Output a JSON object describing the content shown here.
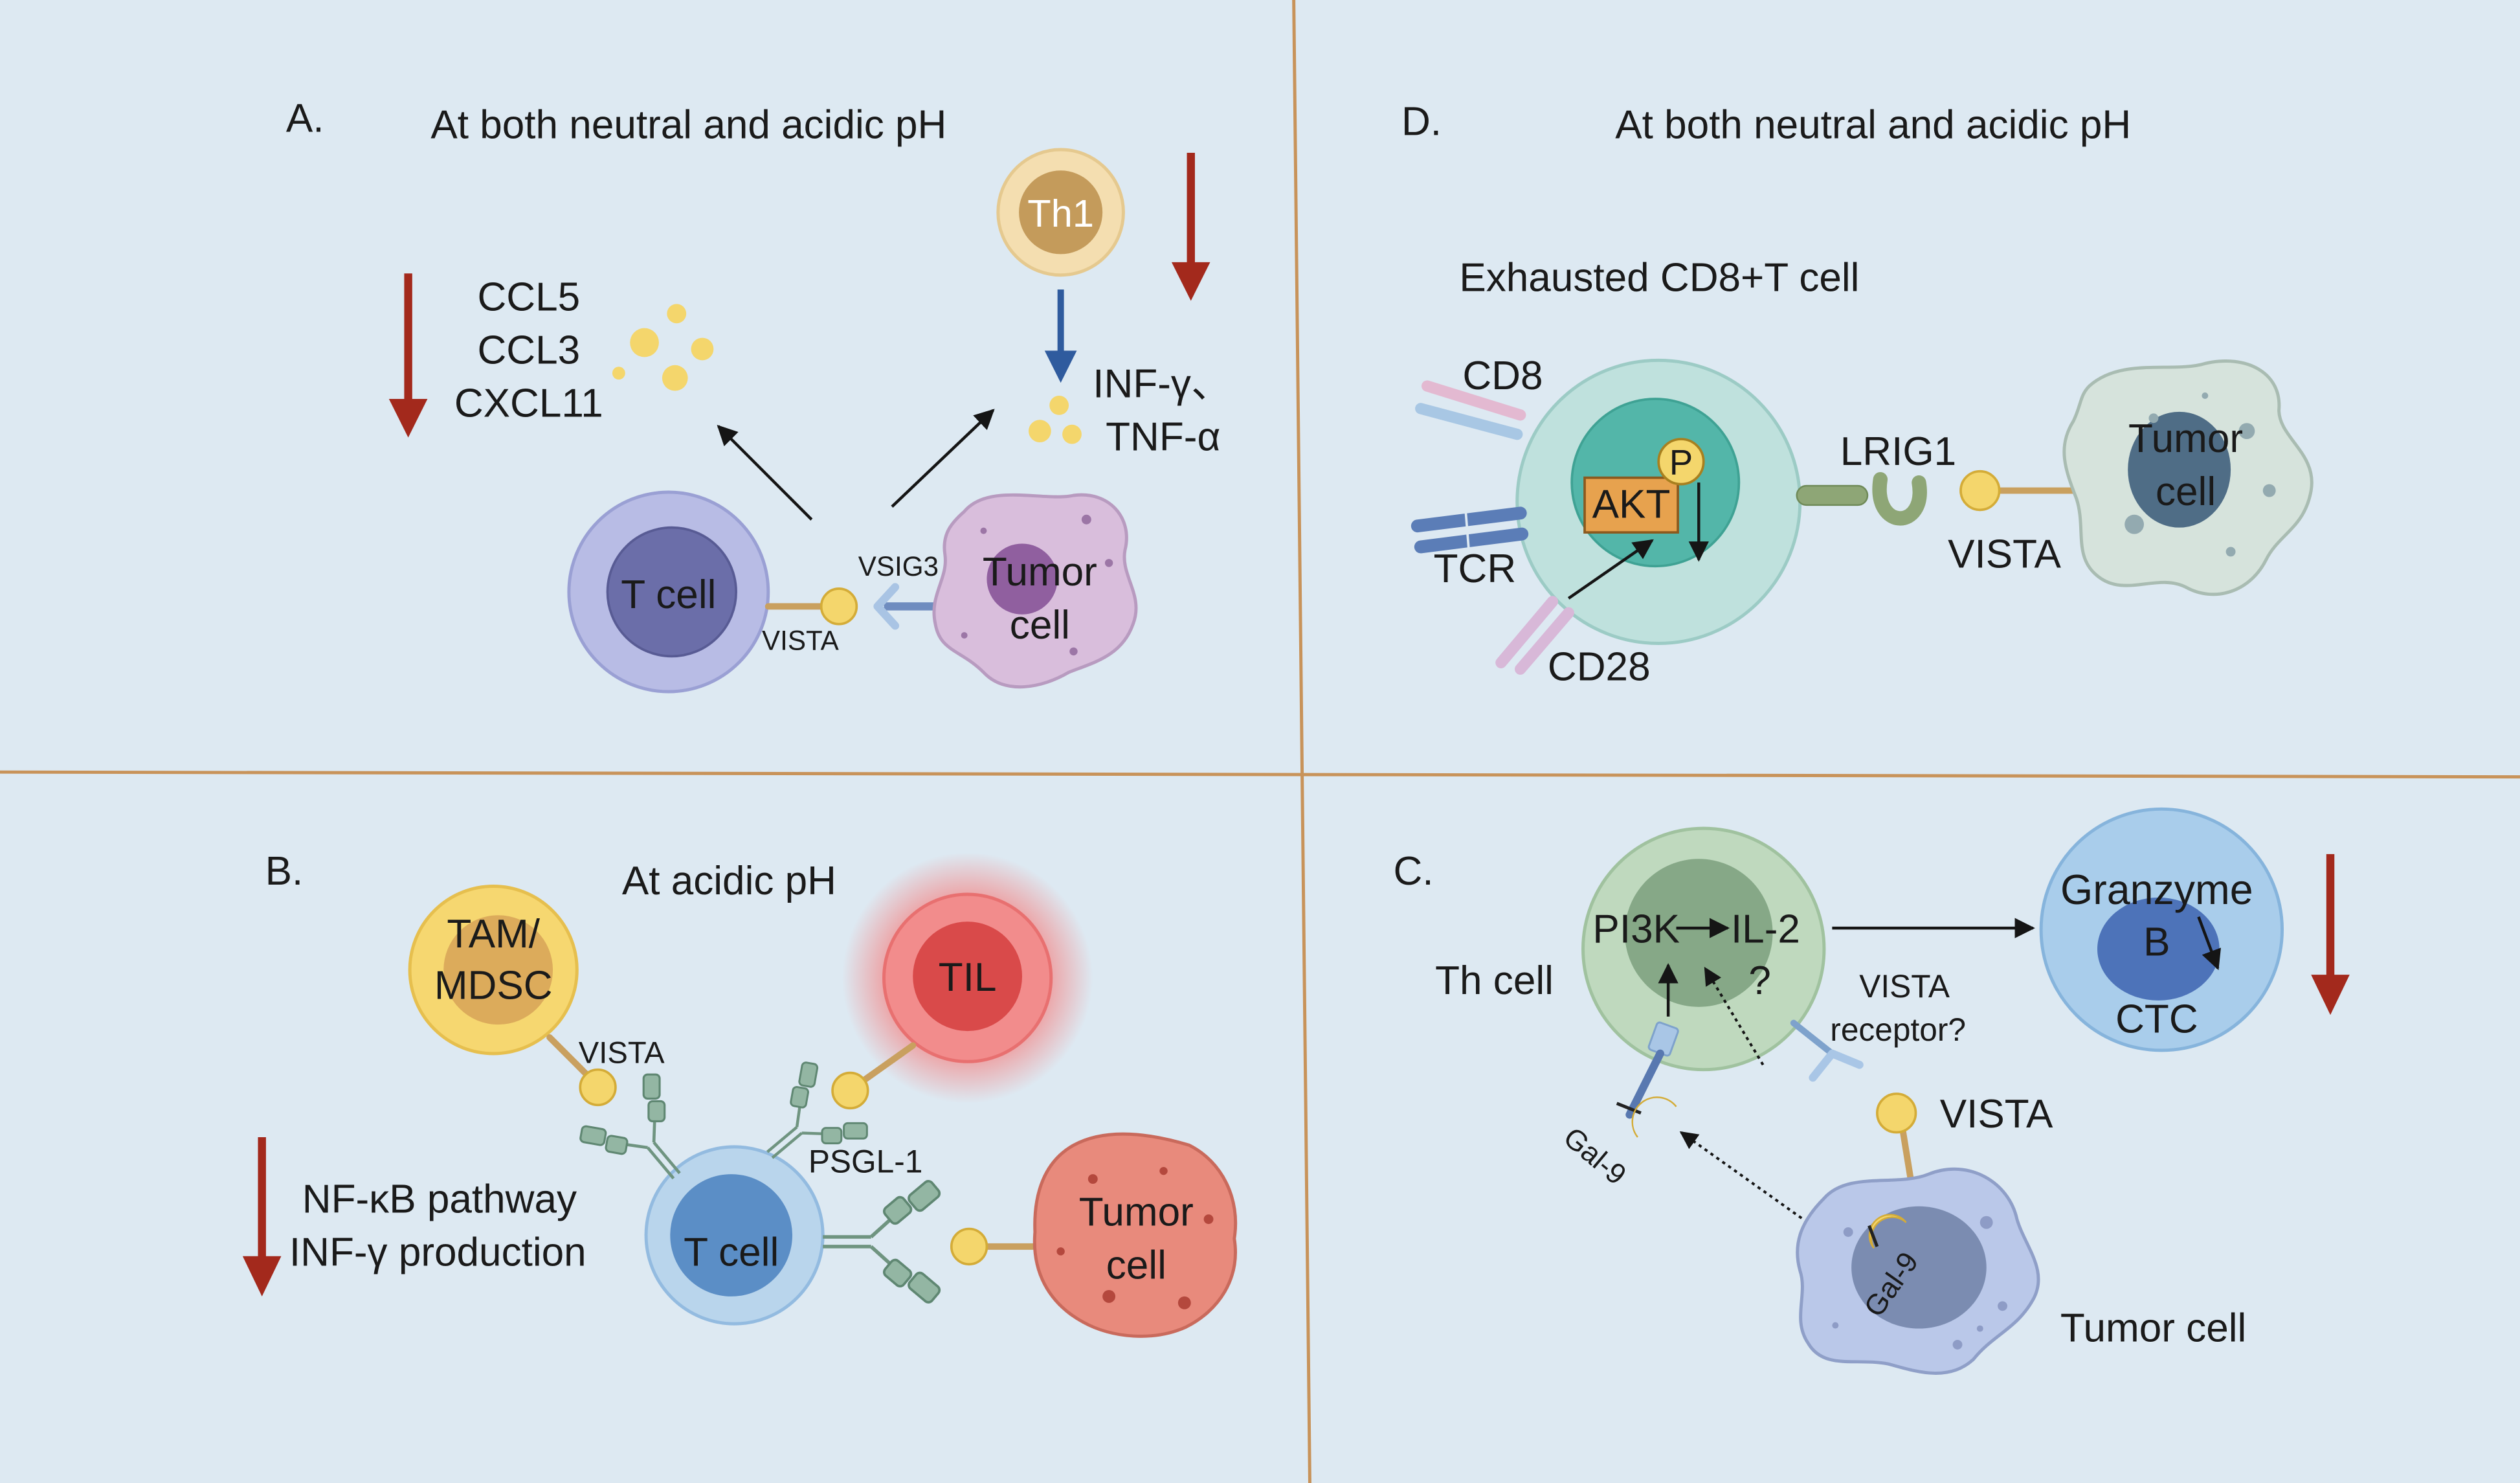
{
  "colors": {
    "background": "#dde9f2",
    "divider": "#c8935a",
    "decrease_arrow": "#a3291c",
    "th1_arrow": "#2f5b9e",
    "vista": "#f4d66c",
    "vista_stalk": "#c9a05f",
    "t_cell_a": "#b8bce5",
    "t_cell_a_nucleus": "#6b6ea9",
    "th1": "#f4deb0",
    "th1_nucleus": "#c49b5b",
    "tumor_a": "#d9bedc",
    "tumor_a_nucleus": "#905f9f",
    "exhausted_cd8": "#bfe1dd",
    "exhausted_cd8_nucleus": "#53b6a9",
    "akt": "#e7a24e",
    "lrig1": "#8ea676",
    "tumor_d": "#d6e3dc",
    "tumor_d_nucleus": "#4f6d86",
    "tam_mdsc": "#f6d770",
    "tam_mdsc_nucleus": "#dcab5b",
    "til": "#f28c8c",
    "til_nucleus": "#d94a4a",
    "t_cell_b": "#b9d5ec",
    "t_cell_b_nucleus": "#5b8ec6",
    "tumor_b": "#e88a7c",
    "th_cell": "#bfd9be",
    "th_cell_nucleus": "#86a887",
    "ctc": "#a9cdeb",
    "ctc_nucleus": "#4d73b9",
    "tumor_c": "#bac8e9",
    "tumor_c_nucleus": "#7b8cb1",
    "gal9_pink": "#e4a39b",
    "gal9_yellow": "#f4d66c"
  },
  "panel_a": {
    "label": "A.",
    "condition": "At both neutral and acidic pH",
    "chemokines": [
      "CCL5",
      "CCL3",
      "CXCL11"
    ],
    "th1": "Th1",
    "cytokines": [
      "INF-γ、",
      "TNF-α"
    ],
    "t_cell": "T cell",
    "vista": "VISTA",
    "vsig3": "VSIG3",
    "tumor_cell": [
      "Tumor",
      "cell"
    ]
  },
  "panel_b": {
    "label": "B.",
    "condition": "At acidic pH",
    "tam_mdsc": [
      "TAM/",
      "MDSC"
    ],
    "til": "TIL",
    "vista": "VISTA",
    "psgl1": "PSGL-1",
    "t_cell": "T cell",
    "tumor_cell": [
      "Tumor",
      "cell"
    ],
    "effects": [
      "NF-κB pathway",
      "INF-γ production"
    ]
  },
  "panel_c": {
    "label": "C.",
    "th_cell": "Th cell",
    "pathway": [
      "PI3K",
      "IL-2"
    ],
    "unknown": "?",
    "vista_receptor": [
      "VISTA",
      "receptor?"
    ],
    "granzyme": [
      "Granzyme",
      "B"
    ],
    "ctc": "CTC",
    "vista": "VISTA",
    "gal9": [
      "Gal-9",
      "Gal-9"
    ],
    "tumor_cell": "Tumor cell"
  },
  "panel_d": {
    "label": "D.",
    "condition": "At both neutral and acidic pH",
    "cell_title": "Exhausted CD8+T cell",
    "receptors": [
      "CD8",
      "TCR",
      "CD28"
    ],
    "akt": "AKT",
    "phospho": "P",
    "lrig1": "LRIG1",
    "vista": "VISTA",
    "tumor_cell": [
      "Tumor",
      "cell"
    ]
  }
}
